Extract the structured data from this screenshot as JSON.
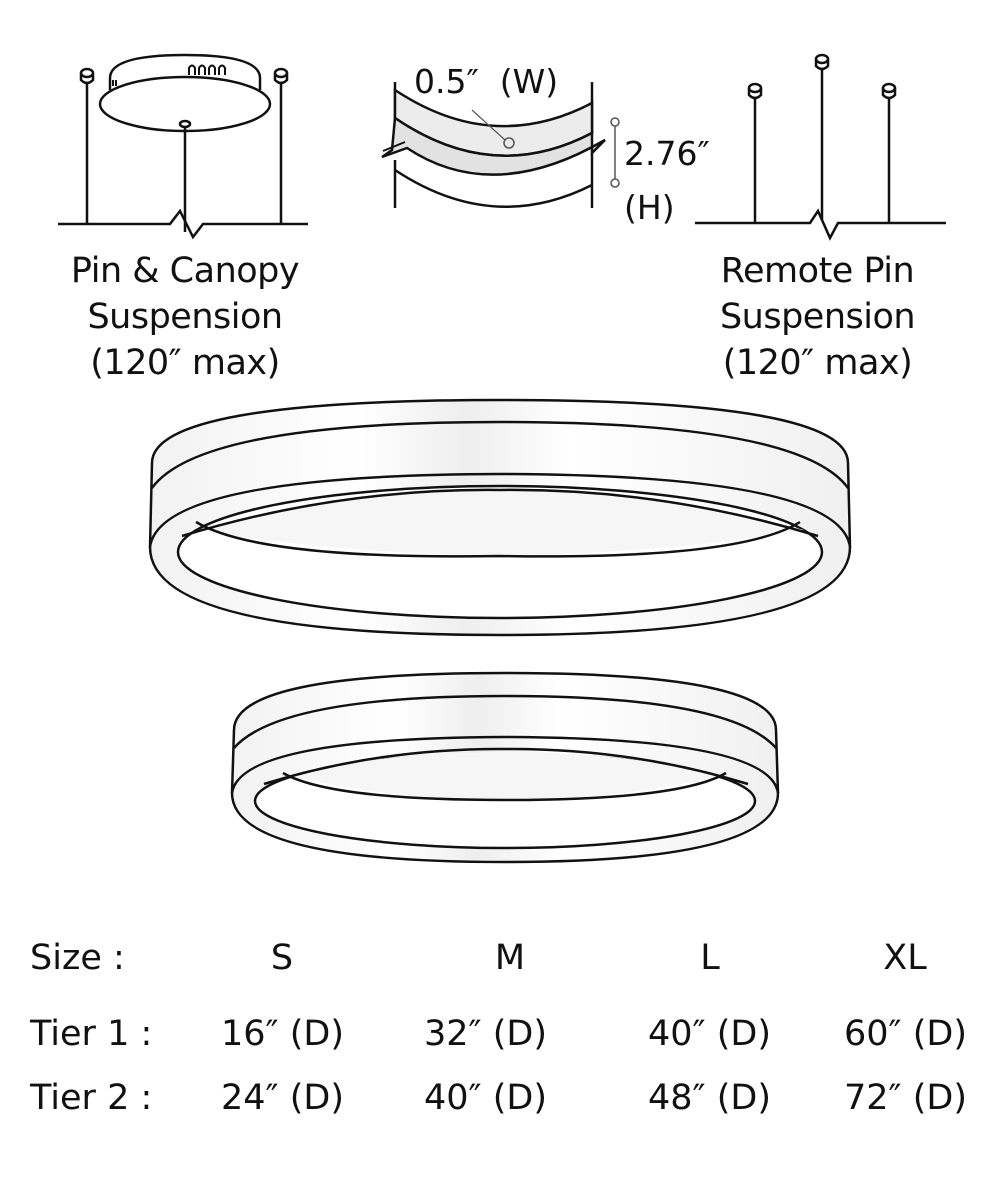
{
  "labels": {
    "pin_canopy": [
      "Pin & Canopy",
      "Suspension",
      "(120″ max)"
    ],
    "remote_pin": [
      "Remote Pin",
      "Suspension",
      "(120″ max)"
    ]
  },
  "dimensions": {
    "width": "0.5″  (W)",
    "height_value": "2.76″",
    "height_unit": "(H)"
  },
  "size_table": {
    "header_label": "Size :",
    "sizes": [
      "S",
      "M",
      "L",
      "XL"
    ],
    "rows": [
      {
        "label": "Tier 1 :",
        "values": [
          "16″ (D)",
          "32″ (D)",
          "40″ (D)",
          "60″ (D)"
        ]
      },
      {
        "label": "Tier 2 :",
        "values": [
          "24″ (D)",
          "40″ (D)",
          "48″ (D)",
          "72″ (D)"
        ]
      }
    ]
  },
  "colors": {
    "stroke": "#111111",
    "band_fill": "#e4e4e4",
    "band_fill_light": "#ececec",
    "ring_fill": "#ffffff",
    "leader_line": "#555555"
  }
}
